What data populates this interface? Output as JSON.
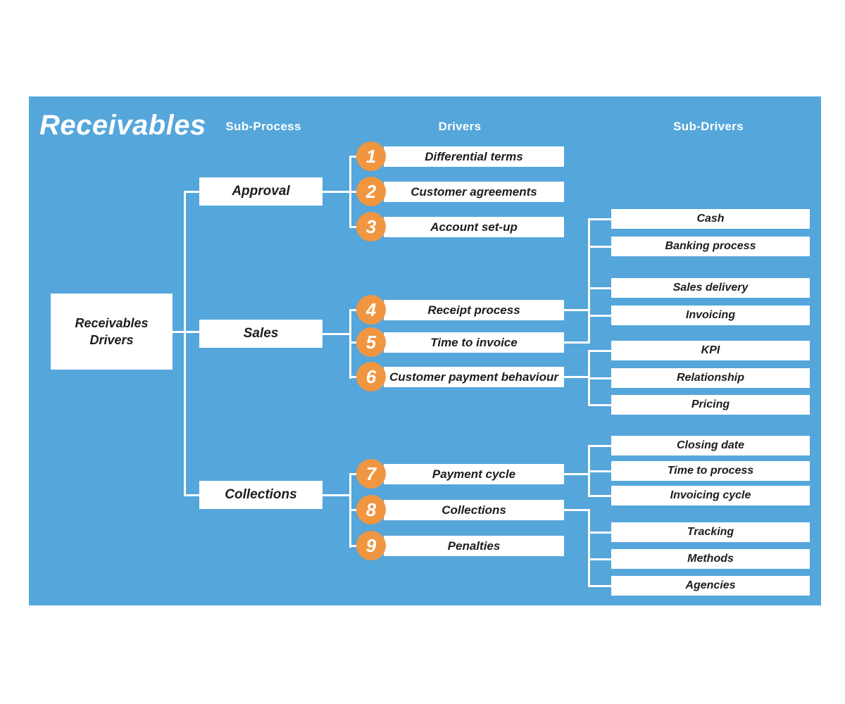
{
  "title": "Receivables",
  "column_headers": {
    "sub_process": "Sub-Process",
    "drivers": "Drivers",
    "sub_drivers": "Sub-Drivers"
  },
  "root": {
    "label": "Receivables Drivers"
  },
  "sub_processes": [
    {
      "label": "Approval"
    },
    {
      "label": "Sales"
    },
    {
      "label": "Collections"
    }
  ],
  "drivers": [
    {
      "num": "1",
      "label": "Differential terms",
      "parent": "Approval"
    },
    {
      "num": "2",
      "label": "Customer agreements",
      "parent": "Approval"
    },
    {
      "num": "3",
      "label": "Account set-up",
      "parent": "Approval"
    },
    {
      "num": "4",
      "label": "Receipt process",
      "parent": "Sales"
    },
    {
      "num": "5",
      "label": "Time to invoice",
      "parent": "Sales"
    },
    {
      "num": "6",
      "label": "Customer payment behaviour",
      "parent": "Sales"
    },
    {
      "num": "7",
      "label": "Payment cycle",
      "parent": "Collections"
    },
    {
      "num": "8",
      "label": "Collections",
      "parent": "Collections"
    },
    {
      "num": "9",
      "label": "Penalties",
      "parent": "Collections"
    }
  ],
  "sub_drivers": [
    {
      "label": "Cash",
      "group": "Receipt process / Time to invoice"
    },
    {
      "label": "Banking process",
      "group": "Receipt process / Time to invoice"
    },
    {
      "label": "Sales delivery",
      "group": "Receipt process / Time to invoice"
    },
    {
      "label": "Invoicing",
      "group": "Receipt process / Time to invoice"
    },
    {
      "label": "KPI",
      "group": "Customer payment behaviour"
    },
    {
      "label": "Relationship",
      "group": "Customer payment behaviour"
    },
    {
      "label": "Pricing",
      "group": "Customer payment behaviour"
    },
    {
      "label": "Closing date",
      "group": "Payment cycle"
    },
    {
      "label": "Time to process",
      "group": "Payment cycle"
    },
    {
      "label": "Invoicing cycle",
      "group": "Payment cycle"
    },
    {
      "label": "Tracking",
      "group": "Collections"
    },
    {
      "label": "Methods",
      "group": "Collections"
    },
    {
      "label": "Agencies",
      "group": "Collections"
    }
  ],
  "colors": {
    "panel_blue": "#55a6db",
    "circle_orange": "#f09640",
    "box_white": "#ffffff",
    "text_dark": "#1d1d1b",
    "header_white": "#ffffff"
  }
}
